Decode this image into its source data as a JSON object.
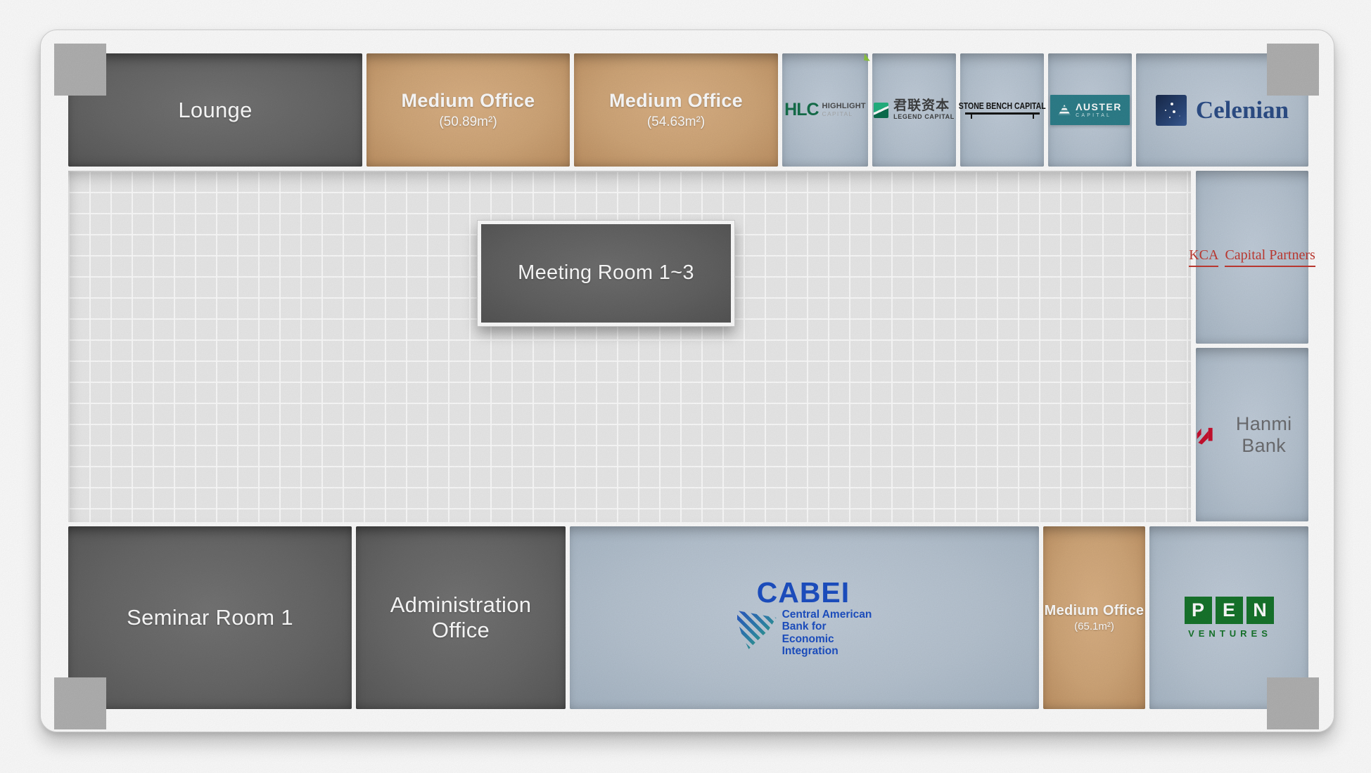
{
  "diagram": {
    "type": "office-floor-plan"
  },
  "rooms": {
    "lounge": {
      "label": "Lounge"
    },
    "medium_office_1": {
      "label": "Medium Office",
      "area": "(50.89m²)"
    },
    "medium_office_2": {
      "label": "Medium Office",
      "area": "(54.63m²)"
    },
    "meeting": {
      "label": "Meeting Room 1~3"
    },
    "seminar": {
      "label": "Seminar Room 1"
    },
    "admin": {
      "label": "Administration Office"
    },
    "medium_office_3": {
      "label": "Medium Office",
      "area": "(65.1m²)"
    }
  },
  "tenants": {
    "highlight": {
      "abbr": "HLC",
      "line1": "HIGHLIGHT",
      "line2": "CAPITAL"
    },
    "legend": {
      "cn": "君联资本",
      "en": "LEGEND CAPITAL"
    },
    "stonebench": {
      "name": "STONE BENCH CAPITAL"
    },
    "auster": {
      "name": "ΛUSTER",
      "sub": "CAPITAL"
    },
    "celenian": {
      "name": "Celenian"
    },
    "kca": {
      "part1": "KCA",
      "part2": "Capital Partners"
    },
    "hanmi": {
      "name": "Hanmi Bank"
    },
    "cabei": {
      "abbr": "CABEI",
      "lines": [
        "Central American",
        "Bank for",
        "Economic",
        "Integration"
      ]
    },
    "pen": {
      "letters": [
        "P",
        "E",
        "N"
      ],
      "sub": "VENTURES"
    }
  },
  "colors": {
    "dark_room": "#686868",
    "tan_room": "#d1a779",
    "tenant_room": "#b8c5d2",
    "grid_floor": "#ececec",
    "corner_column": "#b2b2b2",
    "hlc_green": "#156f4b",
    "hlc_lime": "#8cc63f",
    "legend_green": "#0c6e4e",
    "auster_teal": "#2e7f8b",
    "celenian_navy": "#2d4e87",
    "kca_red": "#c23a32",
    "hanmi_red": "#c8102e",
    "hanmi_gray": "#6d6e71",
    "cabei_blue": "#1d50c4",
    "pen_green": "#17752c"
  }
}
